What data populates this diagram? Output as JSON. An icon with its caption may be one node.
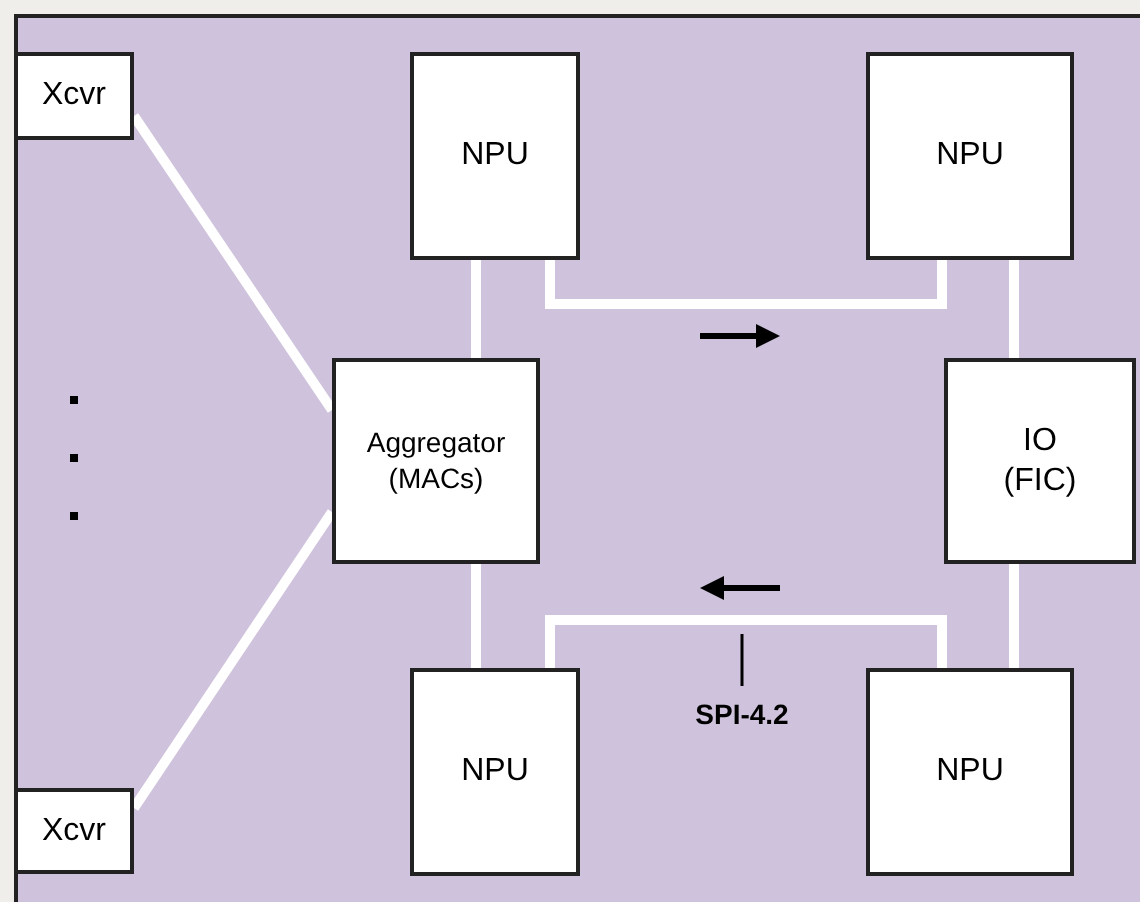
{
  "diagram": {
    "nodes": [
      {
        "text": [
          "Xcvr"
        ]
      },
      {
        "text": [
          "NPU"
        ]
      },
      {
        "text": [
          "NPU"
        ]
      },
      {
        "text": [
          "Aggregator (MACs)"
        ]
      },
      {
        "text": [
          "IO (FIC)"
        ]
      },
      {
        "text": [
          "SPI-4.2"
        ]
      },
      {
        "text": [
          "NPU"
        ]
      },
      {
        "text": [
          "NPU"
        ]
      },
      {
        "text": [
          "Xcvr"
        ]
      }
    ],
    "edges": [
      {
        "from": 0,
        "to": 3,
        "arrow": "none"
      },
      {
        "from": 8,
        "to": 3,
        "arrow": "none"
      },
      {
        "from": 1,
        "to": 3,
        "arrow": "none"
      },
      {
        "from": 3,
        "to": 6,
        "arrow": "none"
      },
      {
        "from": 1,
        "to": 2,
        "arrow": "none"
      },
      {
        "from": 2,
        "to": 4,
        "arrow": "none"
      },
      {
        "from": 4,
        "to": 7,
        "arrow": "none"
      },
      {
        "from": 7,
        "to": 6,
        "arrow": "none"
      },
      {
        "from": 5,
        "to": null,
        "arrow": "none",
        "color": "#000000"
      }
    ]
  }
}
